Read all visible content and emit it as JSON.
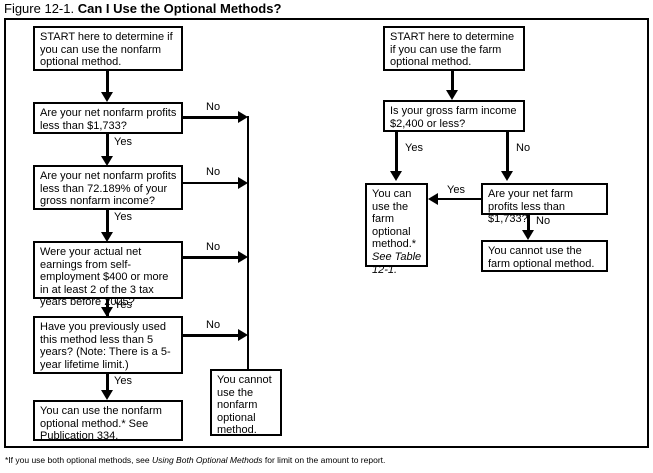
{
  "figure": {
    "number": "Figure 12-1.",
    "heading": "Can I Use the Optional Methods?"
  },
  "nonfarm_branch": {
    "start": "START here to determine if you can use the nonfarm optional method.",
    "q1": "Are your net nonfarm profits less than $1,733?",
    "q2": "Are your net nonfarm profits less than 72.189% of your gross nonfarm income?",
    "q3": "Were your actual net earnings from self-employment $400 or more in at least 2 of the 3 tax years before 2005?",
    "q4": "Have you previously used this method less than 5 years? (Note: There is a 5-year lifetime limit.)",
    "yes_result": "You can use the nonfarm optional method.* See Publication 334.",
    "no_result": "You cannot use the nonfarm optional method.",
    "labels": {
      "yes1": "Yes",
      "yes2": "Yes",
      "yes3": "Yes",
      "yes4": "Yes",
      "no1": "No",
      "no2": "No",
      "no3": "No",
      "no4": "No"
    }
  },
  "farm_branch": {
    "start": "START here to determine if you can use the farm optional method.",
    "q1": "Is your gross farm income $2,400 or less?",
    "q2": "Are your net farm profits less than $1,733?",
    "yes_result_line1": "You can use the farm optional method.*",
    "yes_result_line2": "See Table 12-1.",
    "no_result": "You cannot use the farm optional method.",
    "labels": {
      "yes1": "Yes",
      "no1": "No",
      "yes2": "Yes",
      "no2": "No"
    }
  },
  "footnote": {
    "lead": "*If you use both optional methods, see ",
    "italic": "Using Both Optional Methods",
    "tail": " for limit on the amount to report."
  },
  "colors": {
    "line": "#000000",
    "background": "#ffffff"
  }
}
